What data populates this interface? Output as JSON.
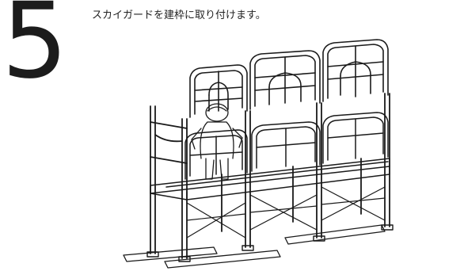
{
  "step": {
    "number": "5",
    "instruction": "スカイガードを建枠に取り付けます。"
  },
  "illustration": {
    "icon": "scaffold-sky-guard-illustration",
    "line_color": "#1a1a1a"
  }
}
